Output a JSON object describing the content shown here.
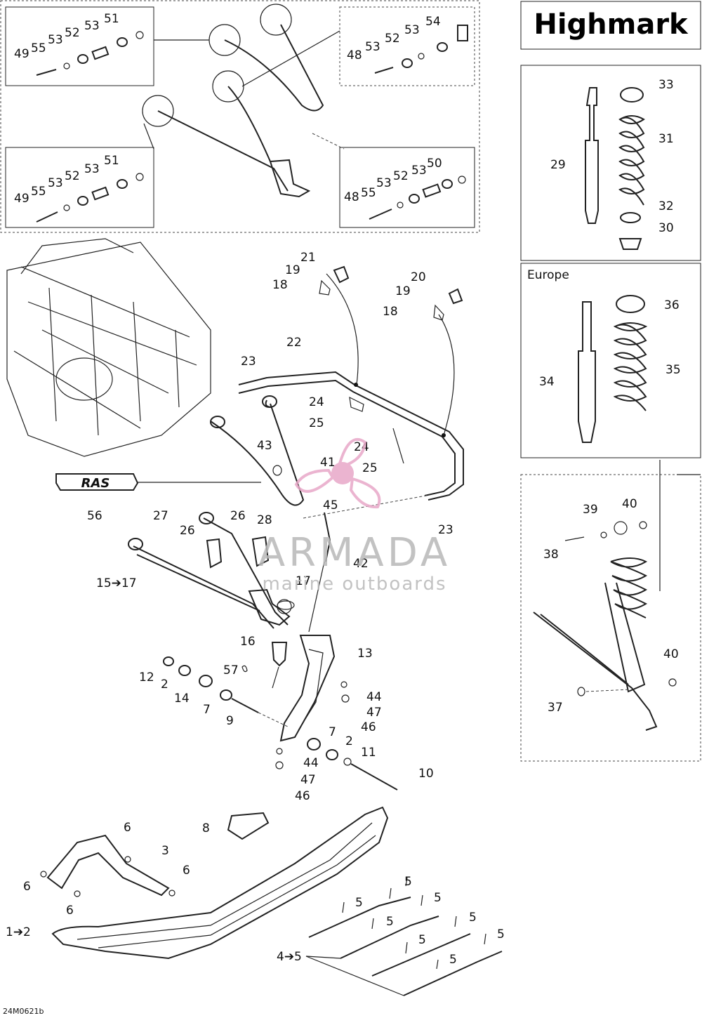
{
  "title": "Highmark",
  "region_label": "Europe",
  "drawing_code": "24M0621b",
  "logo_text": "RAS",
  "watermark": {
    "brand": "ARMADA",
    "tagline": "marine outboards",
    "color": "#e8a8c8"
  },
  "callouts": [
    "51",
    "53",
    "52",
    "53",
    "55",
    "49",
    "54",
    "53",
    "52",
    "53",
    "48",
    "51",
    "53",
    "52",
    "53",
    "55",
    "49",
    "50",
    "53",
    "52",
    "53",
    "55",
    "48",
    "33",
    "31",
    "29",
    "32",
    "30",
    "36",
    "35",
    "34",
    "39",
    "40",
    "38",
    "40",
    "37",
    "21",
    "19",
    "18",
    "20",
    "19",
    "18",
    "22",
    "23",
    "24",
    "25",
    "24",
    "25",
    "43",
    "41",
    "45",
    "23",
    "56",
    "27",
    "26",
    "28",
    "26",
    "42",
    "15➔17",
    "17",
    "16",
    "13",
    "57",
    "12",
    "2",
    "14",
    "7",
    "9",
    "44",
    "47",
    "46",
    "7",
    "2",
    "11",
    "44",
    "47",
    "46",
    "10",
    "8",
    "6",
    "3",
    "6",
    "6",
    "6",
    "1➔2",
    "5",
    "5",
    "5",
    "5",
    "5",
    "5",
    "5",
    "5",
    "4➔5"
  ]
}
